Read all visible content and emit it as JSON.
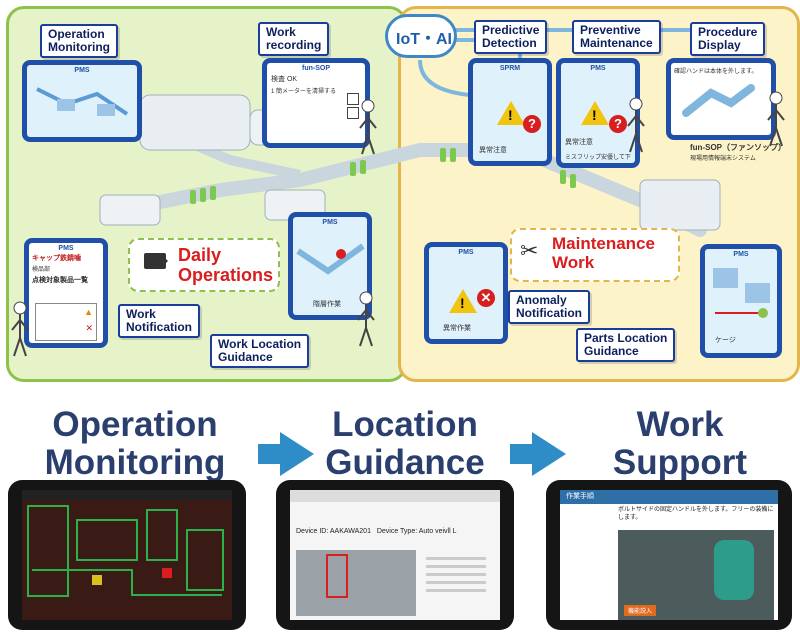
{
  "cloud_label": "IoT・AI",
  "labels": {
    "operation_monitoring": [
      "Operation",
      "Monitoring"
    ],
    "work_recording": [
      "Work",
      "recording"
    ],
    "predictive_detection": [
      "Predictive",
      "Detection"
    ],
    "preventive_maintenance": [
      "Preventive",
      "Maintenance"
    ],
    "procedure_display": [
      "Procedure",
      "Display"
    ],
    "work_notification": [
      "Work",
      "Notification"
    ],
    "work_location_guidance": [
      "Work Location",
      "Guidance"
    ],
    "anomaly_notification": [
      "Anomaly",
      "Notification"
    ],
    "parts_location_guidance": [
      "Parts Location",
      "Guidance"
    ]
  },
  "center_labels": {
    "daily_operations": [
      "Daily",
      "Operations"
    ],
    "maintenance_work": [
      "Maintenance",
      "Work"
    ]
  },
  "tablet_headers": {
    "t1": "PMS",
    "t2": "fun-SOP",
    "t3": "SPRM",
    "t4": "PMS",
    "t5": "PMS",
    "t6": "PMS",
    "t7": "PMS",
    "t8": "PMS"
  },
  "tablet_texts": {
    "work_recording_line1": "検査 OK",
    "work_recording_line2": "1 簡メーターを清掃する",
    "procedure_line": "確認ハンドは本体を外します。",
    "funsop_brand": "fun-SOP（ファンソップ）",
    "funsop_sub": "現場用情報端末システム",
    "notif_title": "キャップ鉄錆噛",
    "notif_sub": "検品部",
    "notif_list": "点検対象製品一覧",
    "warn_text_1": "異常注意",
    "warn_text_2": "異常注意",
    "warn_text_3": "ミスフリップ安優して下さい。",
    "guidance_text": "階層作業",
    "anomaly_text": "異常作業",
    "parts_text": "ケージ"
  },
  "bottom": {
    "headings": [
      [
        "Operation",
        "Monitoring"
      ],
      [
        "Location",
        "Guidance"
      ],
      [
        "Work",
        "Support"
      ]
    ],
    "tablet2": {
      "device_id_label": "Device ID:",
      "device_id_value": "AAKAWA201",
      "device_type_label": "Device Type:",
      "device_type_value": "Auto veivll L"
    },
    "tablet3": {
      "header": "作業手順",
      "text": "ボルトサイドの固定ハンドルを外します。フリーの装備にします。",
      "button": "機能説入"
    }
  },
  "colors": {
    "label_border": "#1a3c9c",
    "accent_red": "#d81e1e",
    "arrow_blue": "#2e8dc7",
    "heading_navy": "#2a3f6e",
    "panel_green": "#8cc24a",
    "panel_orange": "#e3b54a"
  }
}
